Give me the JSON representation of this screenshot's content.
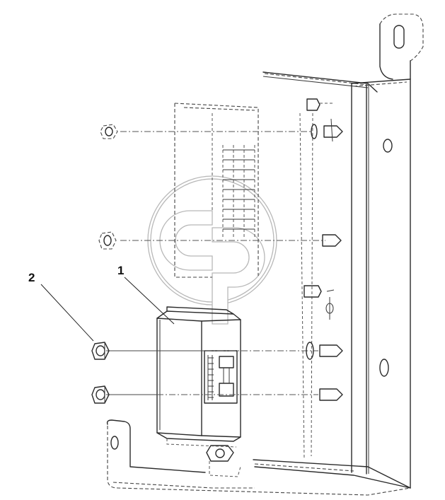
{
  "callouts": [
    {
      "id": "1",
      "label": "1"
    },
    {
      "id": "2",
      "label": "2"
    }
  ],
  "colors": {
    "line": "#2a2a2a",
    "watermark": "#b8b8b8",
    "background": "#ffffff"
  }
}
